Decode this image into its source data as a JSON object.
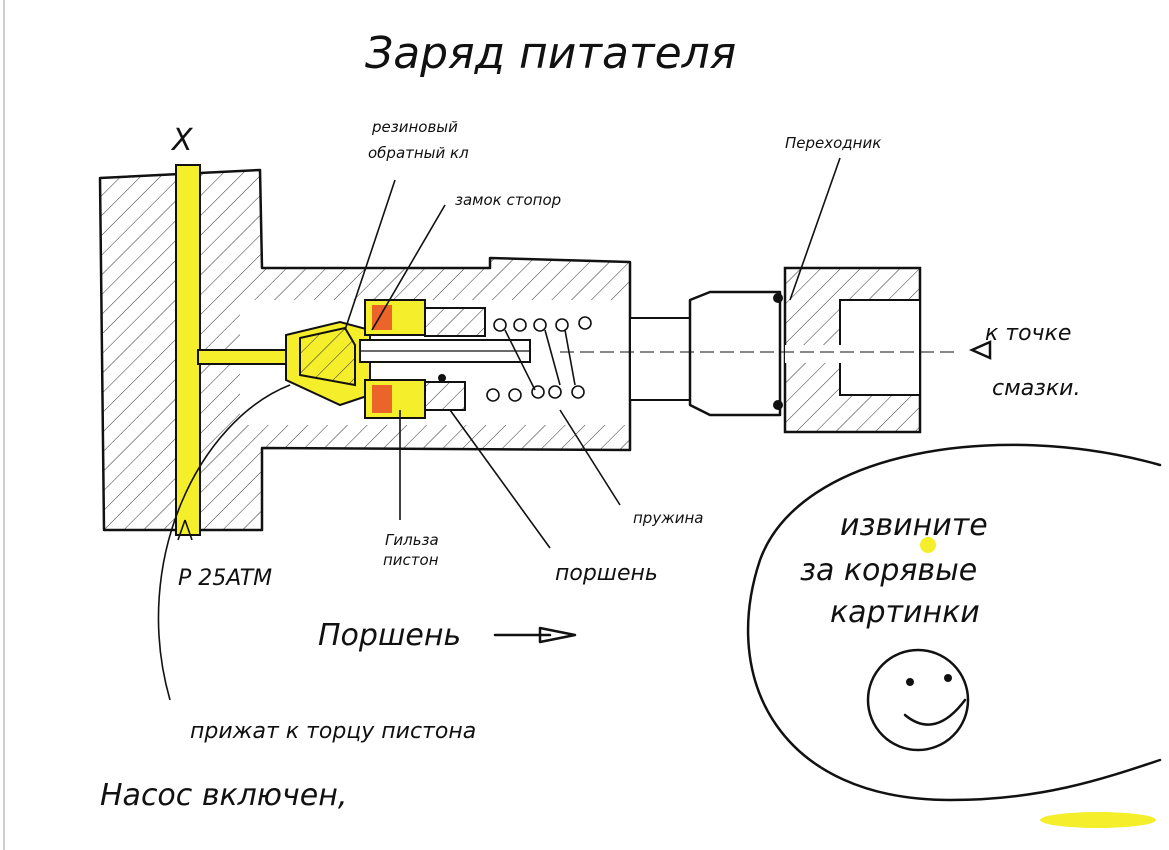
{
  "title": "Заряд питателя",
  "marker_x": "X",
  "labels": {
    "check_valve_line1": "резиновый",
    "check_valve_line2": "обратный кл",
    "lock_stopper": "замок стопор",
    "adapter": "Переходник",
    "to_lube_point_line1": "к точке",
    "to_lube_point_line2": "смазки.",
    "spring": "пружина",
    "piston": "поршень",
    "sleeve_line1": "Гильза",
    "sleeve_line2": "пистон",
    "pressure": "P 25ATM",
    "piston_direction": "Поршень",
    "pressed_to_end": "прижат к торцу пистона",
    "pump_on": "Насос включен,"
  },
  "apology": {
    "line1": "извините",
    "line2": "за корявые",
    "line3": "картинки"
  },
  "colors": {
    "oil": "#f5ee2a",
    "seal": "#e8412a",
    "ink": "#111111"
  }
}
